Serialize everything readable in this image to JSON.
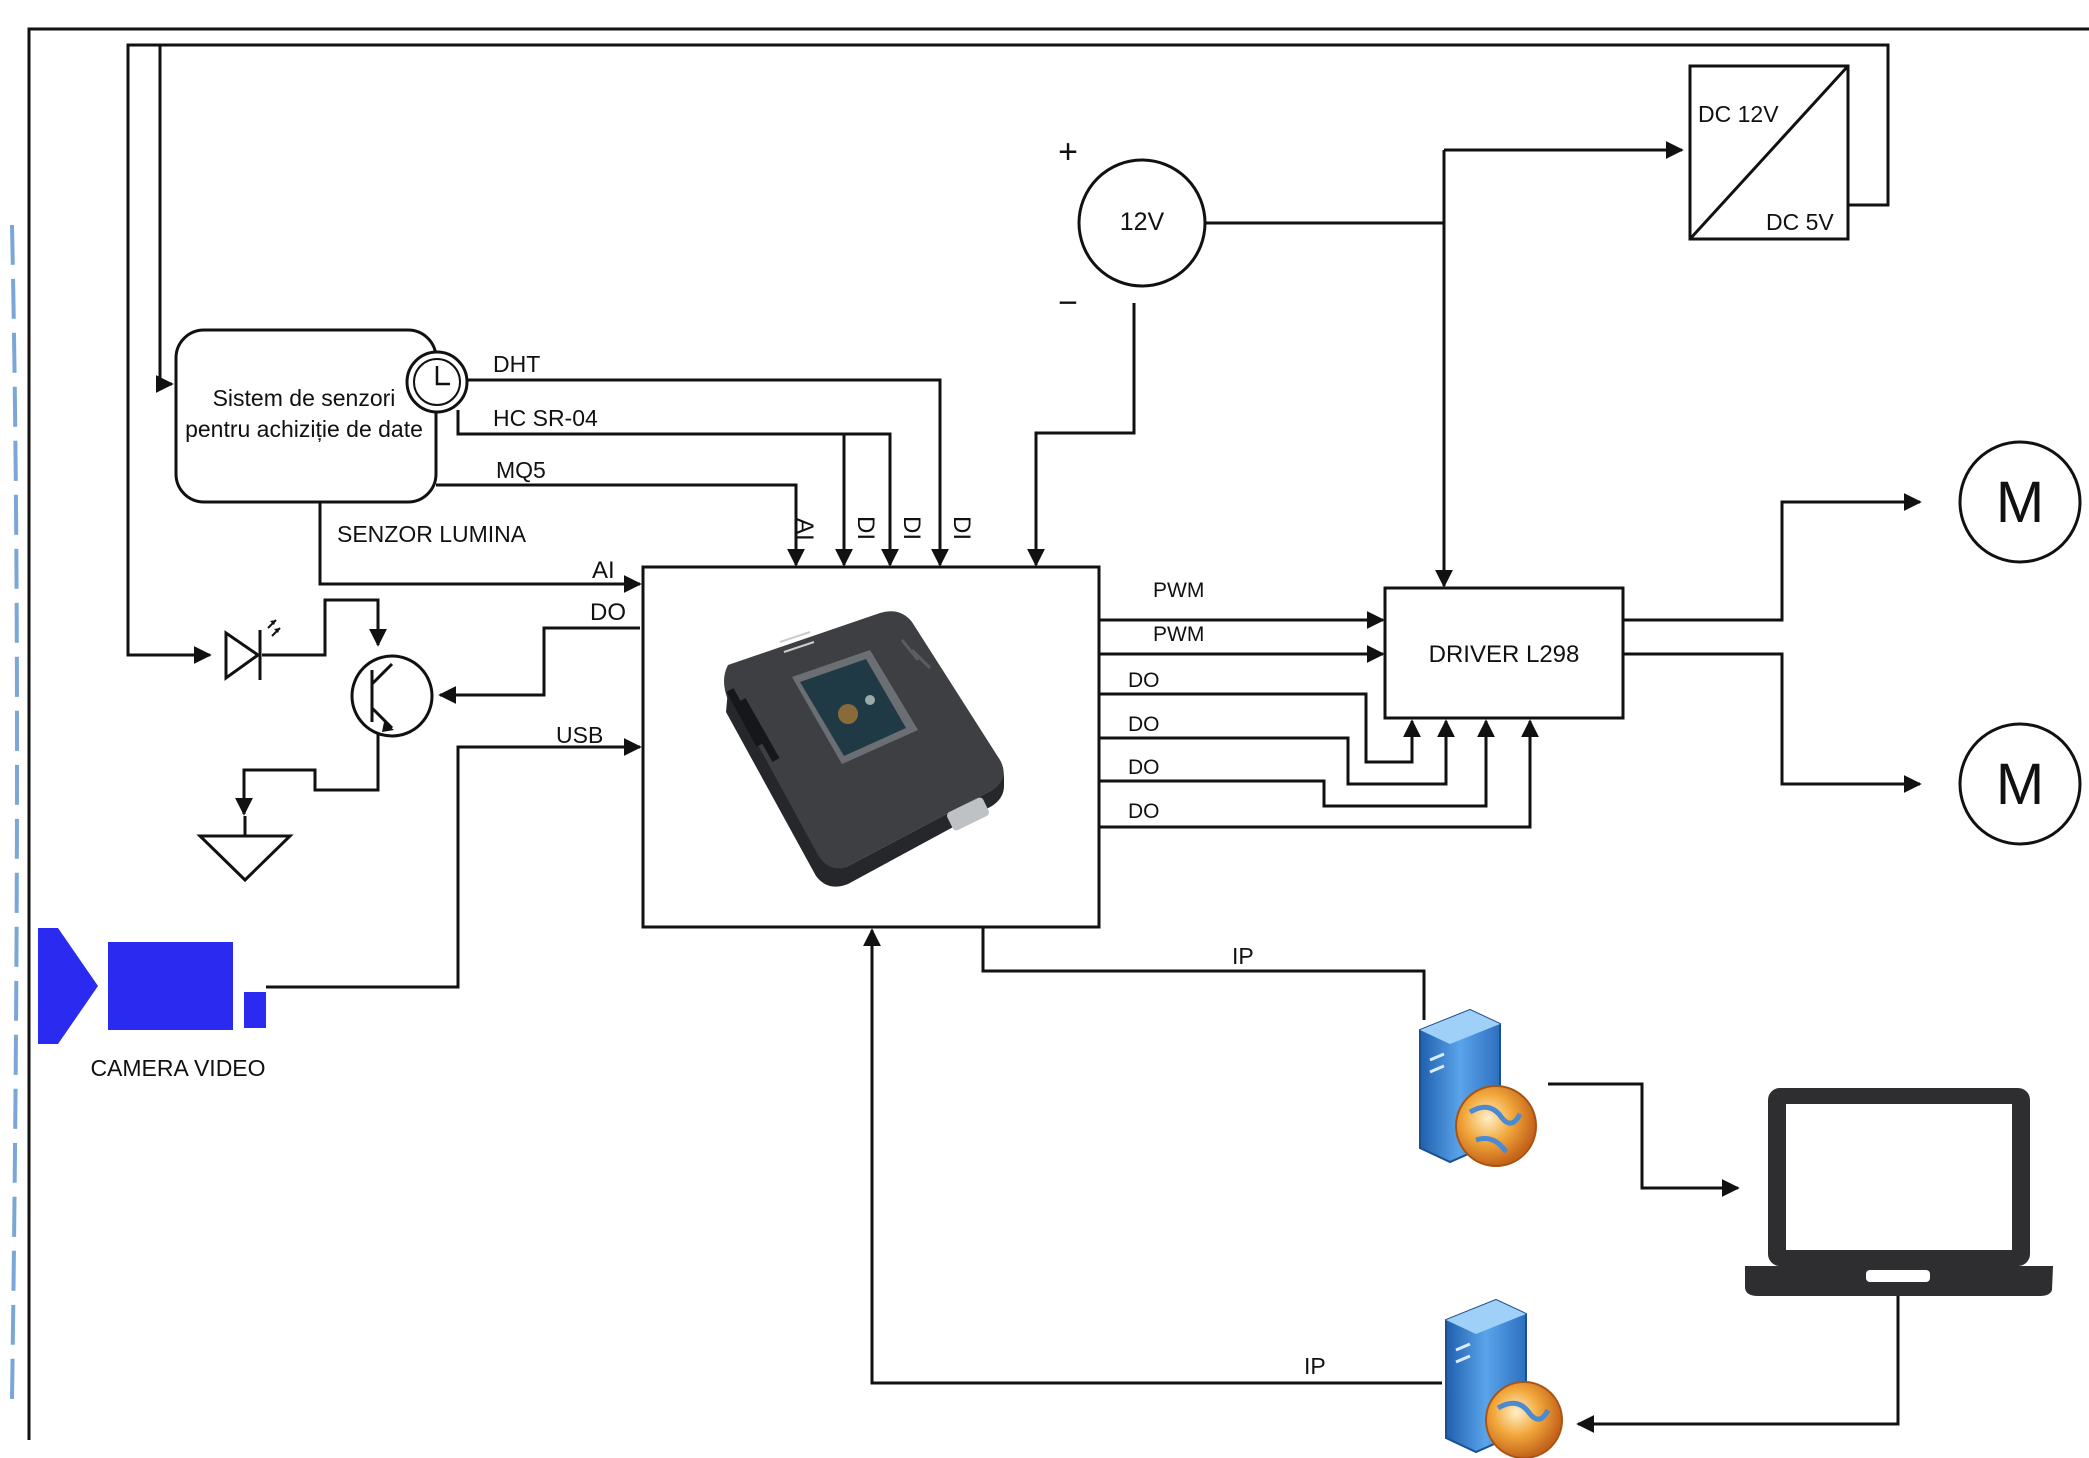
{
  "sensor_system": {
    "label_line1": "Sistem de senzori",
    "label_line2": "pentru achiziție de date"
  },
  "signals": {
    "dht": "DHT",
    "hc_sr04": "HC SR-04",
    "mq5": "MQ5",
    "light_sensor": "SENZOR LUMINA",
    "ai_left": "AI",
    "do_left": "DO",
    "usb": "USB",
    "ai_top": "AI",
    "di_1": "DI",
    "di_2": "DI",
    "di_3": "DI",
    "pwm_1": "PWM",
    "pwm_2": "PWM",
    "do_1": "DO",
    "do_2": "DO",
    "do_3": "DO",
    "do_4": "DO",
    "ip_top": "IP",
    "ip_bottom": "IP"
  },
  "power": {
    "source_label": "12V",
    "plus": "+",
    "minus": "−",
    "converter_in": "DC 12V",
    "converter_out": "DC 5V"
  },
  "driver": {
    "label": "DRIVER L298"
  },
  "motors": {
    "motor_1": "M",
    "motor_2": "M"
  },
  "camera": {
    "label": "CAMERA VIDEO"
  },
  "colors": {
    "line": "#111111",
    "camera_blue": "#2a2af0",
    "server_blue": "#3f86d4",
    "globe_orange": "#e8902a",
    "device_body": "#4a4c50"
  }
}
